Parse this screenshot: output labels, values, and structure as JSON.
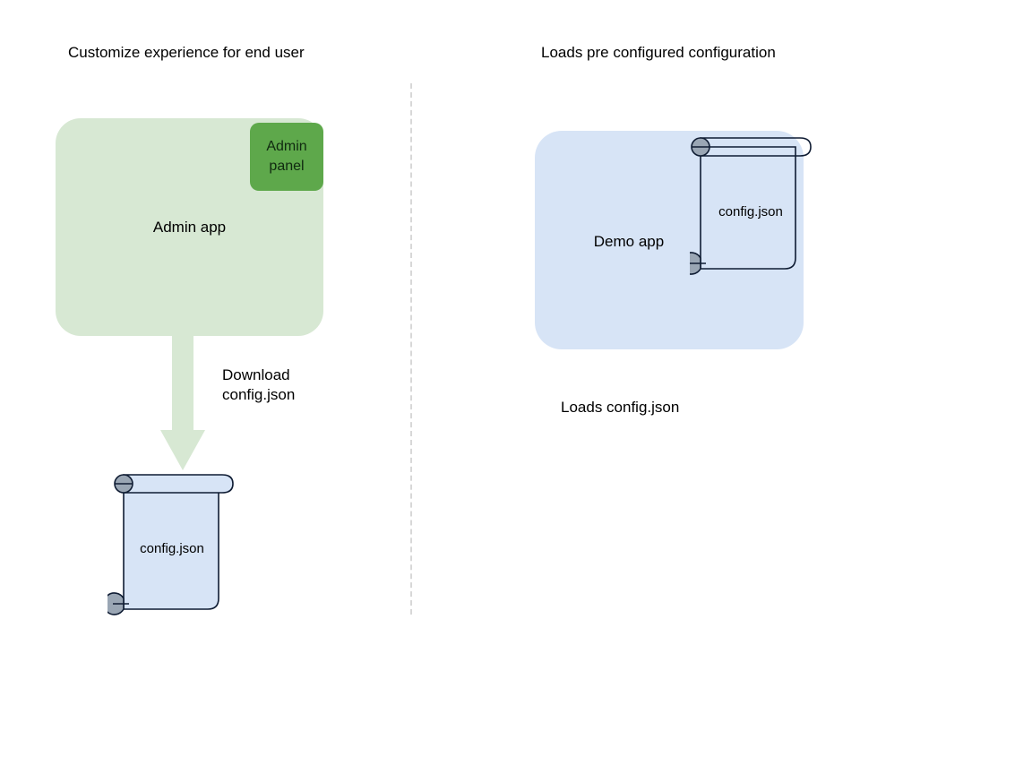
{
  "diagram": {
    "title_left": "Customize experience for end user",
    "title_right": "Loads pre configured configuration",
    "left_flow": {
      "app_label": "Admin app",
      "panel_label_line1": "Admin",
      "panel_label_line2": "panel",
      "arrow_caption": "Download\nconfig.json",
      "document_label": "config.json",
      "app_fill": "#d7e8d3",
      "panel_fill": "#5ea84b",
      "arrow_fill": "#d7e8d3",
      "document_fill": "#d7e4f6",
      "document_stroke": "#0f1c33",
      "document_curl_fill": "#9aa6b4"
    },
    "right_flow": {
      "app_label": "Demo app",
      "document_label": "config.json",
      "caption": "Loads config.json",
      "app_fill": "#d7e4f6",
      "document_stroke": "#0f1c33",
      "document_curl_fill": "#9aa6b4"
    },
    "divider_color": "#d8d8d8"
  }
}
